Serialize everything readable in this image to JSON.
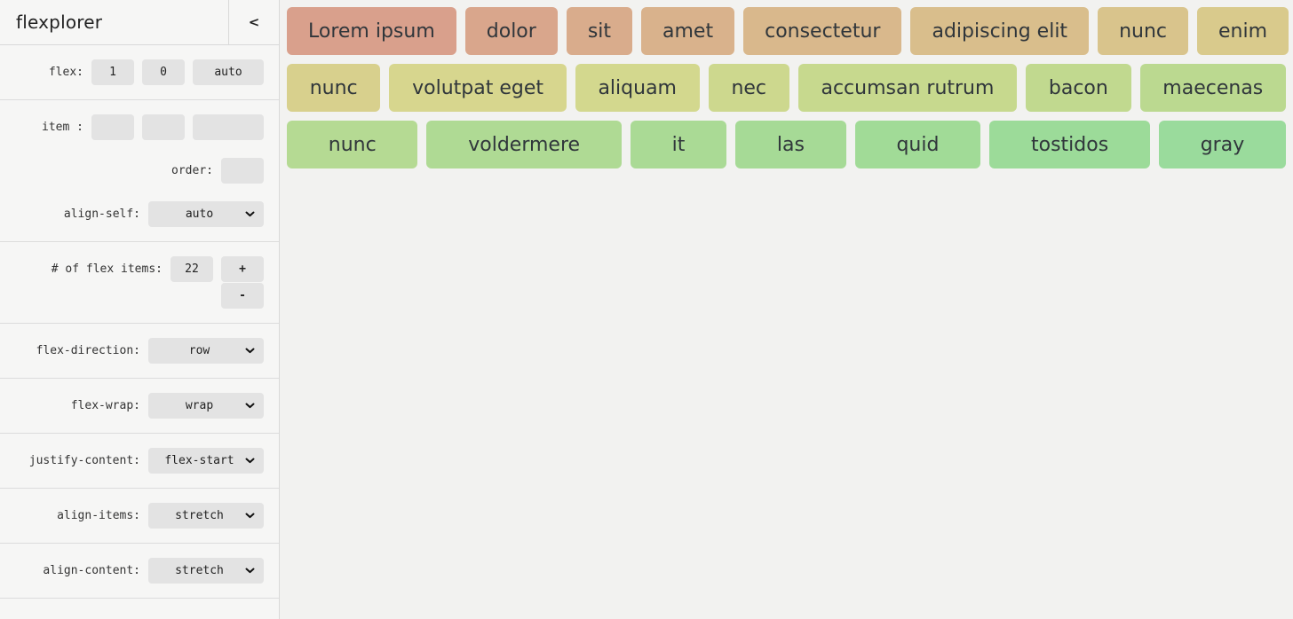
{
  "sidebar": {
    "title": "flexplorer",
    "collapse_button": "<",
    "flex_shorthand": {
      "label": "flex:",
      "grow": "1",
      "shrink": "0",
      "basis": "auto"
    },
    "item": {
      "label": "item :",
      "flex_inputs": [
        "",
        "",
        ""
      ],
      "order_label": "order:",
      "order_value": "",
      "align_self_label": "align-self:",
      "align_self_value": "auto"
    },
    "items_count": {
      "label": "# of flex items:",
      "value": "22",
      "increase": "+",
      "decrease": "-"
    },
    "container_controls": [
      {
        "label": "flex-direction:",
        "value": "row"
      },
      {
        "label": "flex-wrap:",
        "value": "wrap"
      },
      {
        "label": "justify-content:",
        "value": "flex-start"
      },
      {
        "label": "align-items:",
        "value": "stretch"
      },
      {
        "label": "align-content:",
        "value": "stretch"
      }
    ]
  },
  "main": {
    "rows": [
      {
        "items": [
          {
            "label": "Lorem ipsum",
            "color": "#d9a08c"
          },
          {
            "label": "dolor",
            "color": "#d9a68c"
          },
          {
            "label": "sit",
            "color": "#d9ac8c"
          },
          {
            "label": "amet",
            "color": "#d9b28c"
          },
          {
            "label": "consectetur",
            "color": "#d9b88c"
          },
          {
            "label": "adipiscing elit",
            "color": "#d9be8c"
          },
          {
            "label": "nunc",
            "color": "#d9c48c"
          },
          {
            "label": "enim",
            "color": "#d9ca8c"
          }
        ]
      },
      {
        "items": [
          {
            "label": "nunc",
            "color": "#d8d08d"
          },
          {
            "label": "volutpat eget",
            "color": "#d7d68e"
          },
          {
            "label": "aliquam",
            "color": "#d3d88e"
          },
          {
            "label": "nec",
            "color": "#cdd88e"
          },
          {
            "label": "accumsan rutrum",
            "color": "#c7d98e"
          },
          {
            "label": "bacon",
            "color": "#c1d98f"
          },
          {
            "label": "maecenas",
            "color": "#bbd990"
          }
        ]
      },
      {
        "items": [
          {
            "label": "nunc",
            "color": "#b5da93"
          },
          {
            "label": "voldermere",
            "color": "#afda94"
          },
          {
            "label": "it",
            "color": "#aada95"
          },
          {
            "label": "las",
            "color": "#a6da96"
          },
          {
            "label": "quid",
            "color": "#a1db97"
          },
          {
            "label": "tostidos",
            "color": "#9cdb99"
          },
          {
            "label": "gray",
            "color": "#9adb9c"
          }
        ]
      }
    ]
  }
}
